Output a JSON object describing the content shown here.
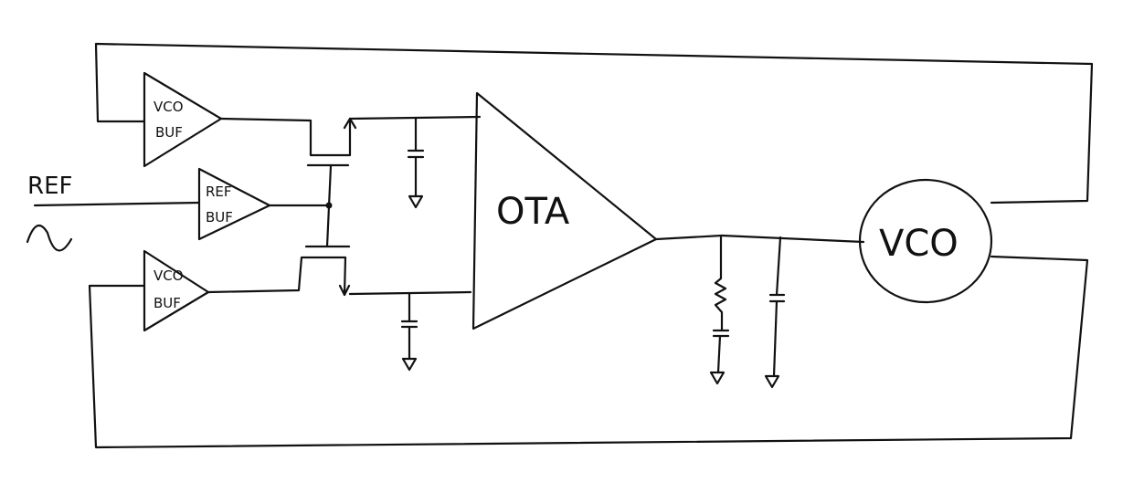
{
  "diagram": {
    "title": "PLL with charge-pump style switches",
    "labels": {
      "ref_input": "REF",
      "vco_buf_top_line1": "VCO",
      "vco_buf_top_line2": "BUF",
      "ref_buf_line1": "REF",
      "ref_buf_line2": "BUF",
      "vco_buf_bot_line1": "VCO",
      "vco_buf_bot_line2": "BUF",
      "ota": "OTA",
      "vco": "VCO"
    },
    "nodes": [
      "ref-source",
      "vco-buffer-top",
      "ref-buffer",
      "vco-buffer-bottom",
      "switch-top",
      "switch-bottom",
      "cap-top",
      "cap-bottom",
      "ota",
      "loop-filter-rc",
      "loop-filter-cap",
      "vco"
    ],
    "stroke_color": "#111111",
    "background": "#ffffff"
  }
}
